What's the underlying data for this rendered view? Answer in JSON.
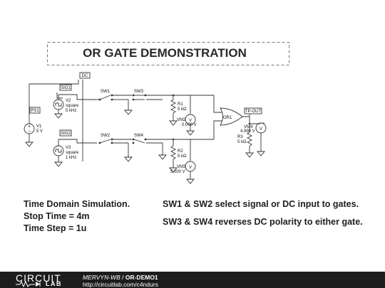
{
  "title": "OR GATE DEMONSTRATION",
  "components": {
    "dc_node": "DC",
    "ps1": "PS1",
    "sig1": "SIG1",
    "sig2": "SIG2",
    "v1": {
      "name": "V1",
      "value": "5 V"
    },
    "v2": {
      "name": "V2",
      "wave": "square",
      "freq": "5 kHz"
    },
    "v3": {
      "name": "V3",
      "wave": "square",
      "freq": "1 kHz"
    },
    "sw1": "SW1",
    "sw2": "SW2",
    "sw3": "SW3",
    "sw4": "SW4",
    "r1": {
      "name": "R1",
      "value": "5 kΩ"
    },
    "r2": {
      "name": "R2",
      "value": "5 kΩ"
    },
    "r3": {
      "name": "R3",
      "value": "5 kΩ"
    },
    "vm2": {
      "name": "VM2",
      "value": "0.000 V"
    },
    "vm3": {
      "name": "VM3",
      "value": "5.000 V"
    },
    "vm4": {
      "name": "VM4",
      "value": "4.990 V"
    },
    "or1": "OR1",
    "tp_out": "TP-OUT",
    "meter_symbol": "V"
  },
  "notes_left": [
    "Time Domain Simulation.",
    "Stop Time = 4m",
    "Time Step = 1u"
  ],
  "notes_right": [
    "SW1 & SW2 select signal or DC input to gates.",
    "SW3 & SW4 reverses DC polarity to either gate."
  ],
  "footer": {
    "logo_word": "CIRCUIT",
    "logo_lab": "LAB",
    "author": "MERVYN-WB",
    "separator": " / ",
    "project": "OR-DEMO1",
    "url": "http://circuitlab.com/c4ndurs"
  }
}
